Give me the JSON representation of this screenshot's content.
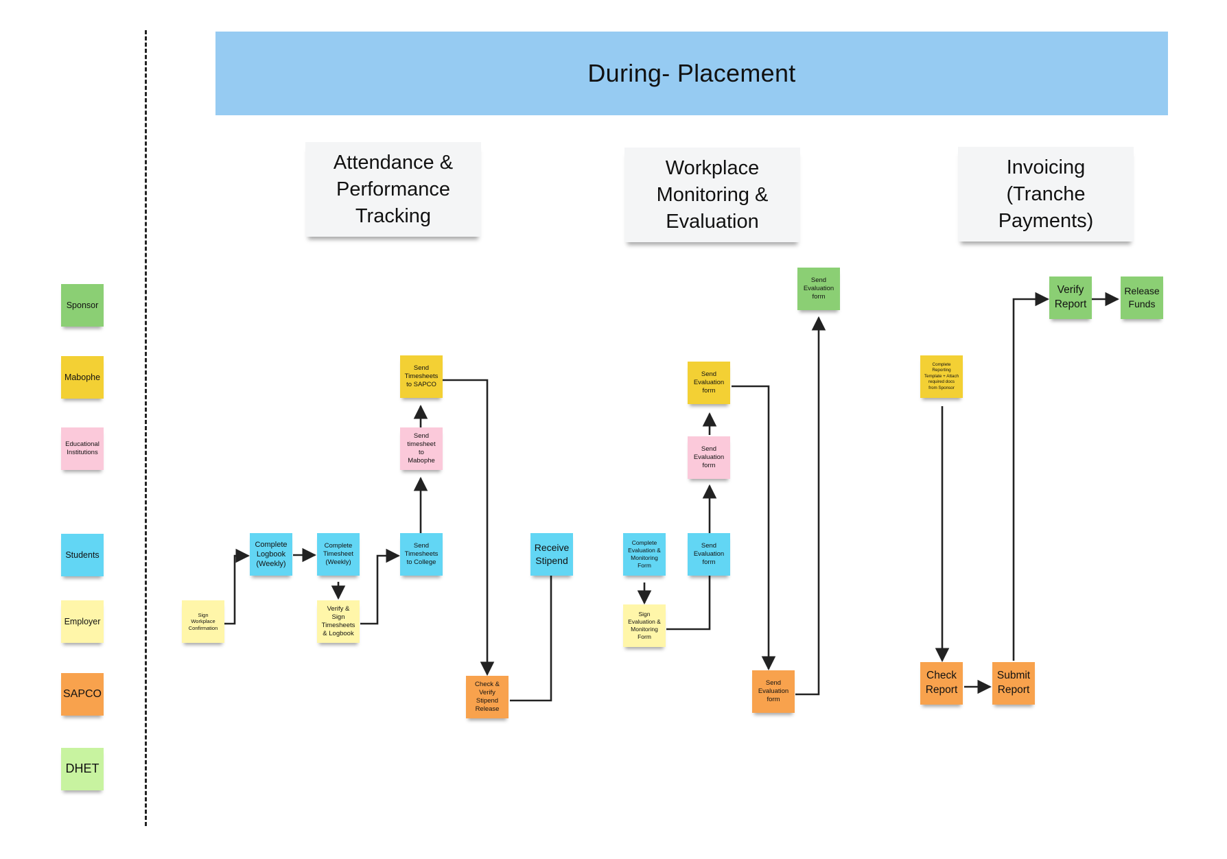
{
  "banner": {
    "title": "During- Placement"
  },
  "sections": {
    "attendance": "Attendance &\nPerformance\nTracking",
    "monitoring": "Workplace\nMonitoring &\nEvaluation",
    "invoicing": "Invoicing\n(Tranche\nPayments)"
  },
  "legend": {
    "sponsor": "Sponsor",
    "mabophe": "Mabophe",
    "educational": "Educational\nInstitutions",
    "students": "Students",
    "employer": "Employer",
    "sapco": "SAPCO",
    "dhet": "DHET"
  },
  "notes": {
    "sign_workplace": "Sign\nWorkplace\nConfirmation",
    "complete_logbook": "Complete\nLogbook\n(Weekly)",
    "complete_timesheet": "Complete\nTimesheet\n(Weekly)",
    "verify_sign": "Verify &\nSign\nTimesheets\n& Logbook",
    "send_timesheets_college": "Send\nTimesheets\nto College",
    "send_timesheet_mabophe": "Send\ntimesheet\nto\nMabophe",
    "send_timesheets_sapco": "Send\nTimesheets\nto SAPCO",
    "check_verify_stipend": "Check &\nVerify\nStipend\nRelease",
    "receive_stipend": "Receive\nStipend",
    "complete_eval_form": "Complete\nEvaluation &\nMonitoring\nForm",
    "sign_eval_form": "Sign\nEvaluation &\nMonitoring\nForm",
    "send_eval_student": "Send\nEvaluation\nform",
    "send_eval_edu": "Send\nEvaluation\nform",
    "send_eval_mabophe": "Send\nEvaluation\nform",
    "send_eval_sapco": "Send\nEvaluation\nform",
    "send_eval_sponsor": "Send\nEvaluation\nform",
    "complete_reporting": "Complete\nReporting\nTemplate + Attach\nrequired docs\nfrom Sponsor",
    "check_report": "Check\nReport",
    "submit_report": "Submit\nReport",
    "verify_report": "Verify\nReport",
    "release_funds": "Release\nFunds"
  }
}
